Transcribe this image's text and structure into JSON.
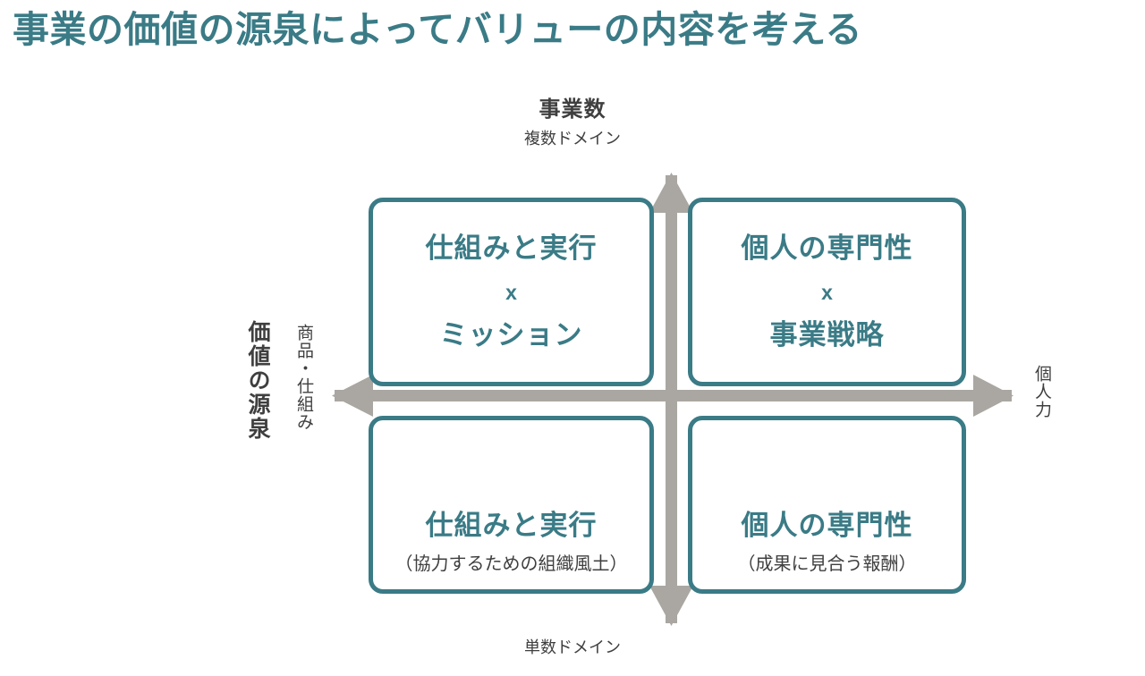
{
  "page": {
    "title": "事業の価値の源泉によってバリューの内容を考える",
    "accent_color": "#3a7b86",
    "axis_color": "#aaa7a2",
    "text_color": "#3f3f3f",
    "background": "#ffffff"
  },
  "axes": {
    "top": {
      "main": "事業数",
      "sub": "複数ドメイン"
    },
    "bottom": {
      "sub": "単数ドメイン"
    },
    "left": {
      "main": "価値の源泉",
      "sub": "商品・仕組み"
    },
    "right": {
      "sub": "個人力"
    }
  },
  "quadrants": {
    "top_left": {
      "line1": "仕組みと実行",
      "operator": "x",
      "line2": "ミッション"
    },
    "top_right": {
      "line1": "個人の専門性",
      "operator": "x",
      "line2": "事業戦略"
    },
    "bottom_left": {
      "line1": "仕組みと実行",
      "note": "（協力するための組織風土）"
    },
    "bottom_right": {
      "line1": "個人の専門性",
      "note": "（成果に見合う報酬）"
    }
  },
  "icons": {
    "arrow_up": "arrow-up-icon",
    "arrow_down": "arrow-down-icon",
    "arrow_left": "arrow-left-icon",
    "arrow_right": "arrow-right-icon"
  }
}
